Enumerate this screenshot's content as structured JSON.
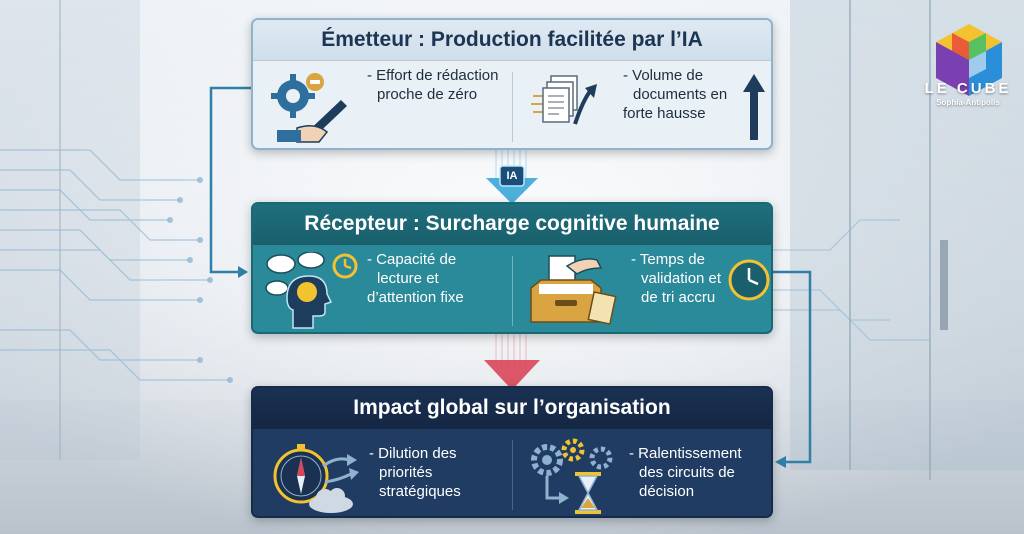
{
  "brand": {
    "name": "LE CUBE",
    "subtitle": "Sophia-Antipolis"
  },
  "flow_label": "IA",
  "panels": [
    {
      "title": "Émetteur : Production facilitée par l’IA",
      "items": [
        {
          "lines": [
            "- Effort de rédaction",
            "proche de zéro"
          ],
          "icon": "gear-hand-writing-icon"
        },
        {
          "lines": [
            "- Volume de",
            "documents en",
            "forte hausse"
          ],
          "icon": "documents-rising-icon"
        }
      ]
    },
    {
      "title": "Récepteur : Surcharge cognitive humaine",
      "items": [
        {
          "lines": [
            "- Capacité de",
            "lecture et",
            "d’attention fixe"
          ],
          "icon": "head-speech-clock-icon"
        },
        {
          "lines": [
            "- Temps de",
            "validation et",
            "de tri accru"
          ],
          "icon": "inbox-clock-icon"
        }
      ]
    },
    {
      "title": "Impact global sur l’organisation",
      "items": [
        {
          "lines": [
            "- Dilution des",
            "priorités",
            "stratégiques"
          ],
          "icon": "compass-cloud-icon"
        },
        {
          "lines": [
            "- Ralentissement",
            "des circuits de",
            "décision"
          ],
          "icon": "gears-hourglass-icon"
        }
      ]
    }
  ],
  "colors": {
    "emitter_bg": "#e9f0f6",
    "receiver_bg": "#2a8a9a",
    "impact_bg": "#203c62",
    "flow_arrow_blue": "#3aa7d8",
    "flow_arrow_red": "#d9465a",
    "connector": "#2f7fa6"
  }
}
